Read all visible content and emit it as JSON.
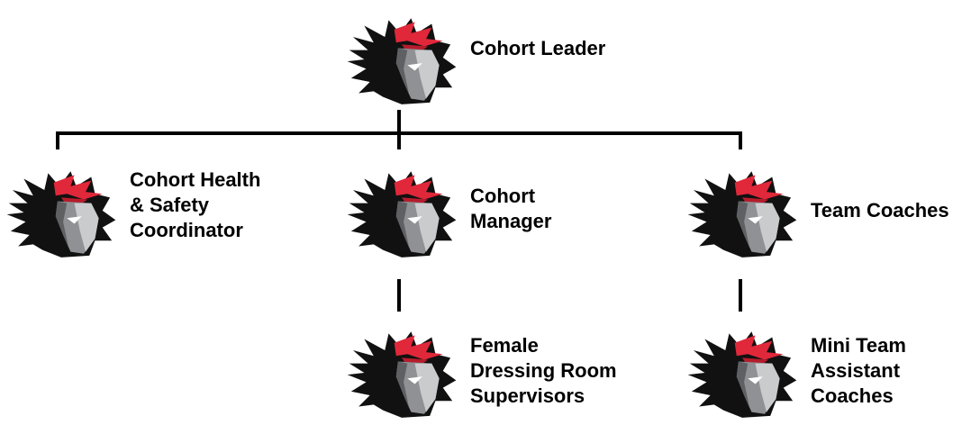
{
  "colors": {
    "line": "#000000",
    "hair_dark": "#111111",
    "hair_red": "#e0283a",
    "face_grey": "#8f9194",
    "face_light": "#c9cbcd",
    "eye": "#ffffff",
    "text": "#000000"
  },
  "logo": {
    "icon": "mascot-head-icon"
  },
  "nodes": {
    "leader": {
      "lines": [
        "Cohort Leader"
      ]
    },
    "health_safety": {
      "lines": [
        "Cohort Health",
        "& Safety",
        "Coordinator"
      ]
    },
    "manager": {
      "lines": [
        "Cohort",
        "Manager"
      ]
    },
    "team_coaches": {
      "lines": [
        "Team Coaches"
      ]
    },
    "dressing_room": {
      "lines": [
        "Female",
        "Dressing Room",
        "Supervisors"
      ]
    },
    "mini_team": {
      "lines": [
        "Mini Team",
        "Assistant",
        "Coaches"
      ]
    }
  }
}
